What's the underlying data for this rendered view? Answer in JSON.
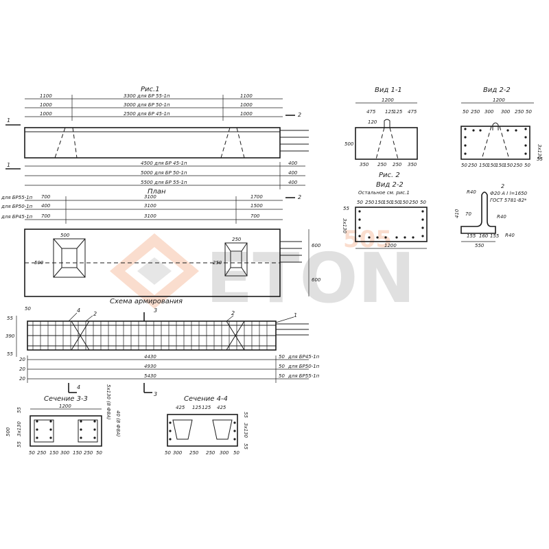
{
  "fig1": {
    "title": "Рис.1",
    "plan_title": "План",
    "top_dims": {
      "left": [
        "1100",
        "1000",
        "1000"
      ],
      "middle": [
        "3300 для БР 55-1п",
        "3000 для БР 50-1п",
        "2500 для БР 45-1п"
      ],
      "right": [
        "1100",
        "1000",
        "1000"
      ]
    },
    "bottom_dims": [
      "4500 для БР 45-1п",
      "5000 для БР 50-1п",
      "5500 для БР 55-1п"
    ],
    "bottom_right": [
      "400",
      "400",
      "400"
    ],
    "section_marks": [
      "1",
      "1",
      "2",
      "2"
    ]
  },
  "plan": {
    "labels": [
      "для БР55-1п",
      "для БР50-1п",
      "для БР45-1п"
    ],
    "row1": [
      "700",
      "3100",
      "1700"
    ],
    "row2": [
      "400",
      "3100",
      "1500"
    ],
    "row3": [
      "700",
      "3100",
      "700"
    ],
    "dims": [
      "500",
      "500",
      "250",
      "250",
      "600",
      "600"
    ]
  },
  "scheme": {
    "title": "Схема армирования",
    "callouts": [
      "4",
      "2",
      "3",
      "2",
      "1",
      "4",
      "3"
    ],
    "left_dims": [
      "55",
      "390",
      "55"
    ],
    "top_dim": "50",
    "lengths": [
      "4430",
      "4930",
      "5430"
    ],
    "left_ends": [
      "20",
      "20",
      "20"
    ],
    "right_ends": [
      "50",
      "50",
      "50"
    ],
    "types": [
      "для БР45-1п",
      "для БР50-1п",
      "для БР55-1п"
    ]
  },
  "view11": {
    "title": "Вид 1-1",
    "width": "1200",
    "top_row": [
      "475",
      "125",
      "125",
      "475"
    ],
    "top_small": "120",
    "height": "500",
    "bottom_row": [
      "350",
      "250",
      "250",
      "350"
    ]
  },
  "view22": {
    "title": "Вид 2-2",
    "width": "1200",
    "row": [
      "50",
      "250",
      "300",
      "300",
      "250",
      "50"
    ],
    "height": "3x130",
    "side": "55",
    "bottom_row": [
      "50",
      "250",
      "150",
      "150",
      "150",
      "150",
      "250",
      "50"
    ]
  },
  "fig2": {
    "title": "Рис. 2",
    "view_title": "Вид 2-2",
    "note": "Остальное см. рис.1",
    "row": [
      "50",
      "250",
      "150",
      "150",
      "150",
      "150",
      "250",
      "50"
    ],
    "side": "55",
    "height": "3x130",
    "width": "1200"
  },
  "detail2": {
    "callout": "2",
    "spec1": "Ф20 A I l=1650",
    "spec2": "ГОСТ 5781-82*",
    "r1": "R40",
    "r2": "R40",
    "r3": "R40",
    "h": "410",
    "s": "70",
    "bottom": [
      "155",
      "160",
      "155"
    ],
    "width": "550"
  },
  "sec33": {
    "title": "Сечение 3-3",
    "width": "1200",
    "right1": "5x130 (8 Ф8A)",
    "right2": "40 (8 Ф8A)",
    "left": [
      "55",
      "3x130",
      "55"
    ],
    "height": "500",
    "bottom": [
      "50",
      "250",
      "150",
      "300",
      "150",
      "250",
      "50"
    ]
  },
  "sec44": {
    "title": "Сечение 4-4",
    "top": [
      "425",
      "125",
      "125",
      "425"
    ],
    "right": [
      "55",
      "3x130",
      "55"
    ],
    "bottom": [
      "50",
      "300",
      "250",
      "250",
      "300",
      "50"
    ]
  },
  "watermark": {
    "text": "ETON",
    "small": "505"
  }
}
